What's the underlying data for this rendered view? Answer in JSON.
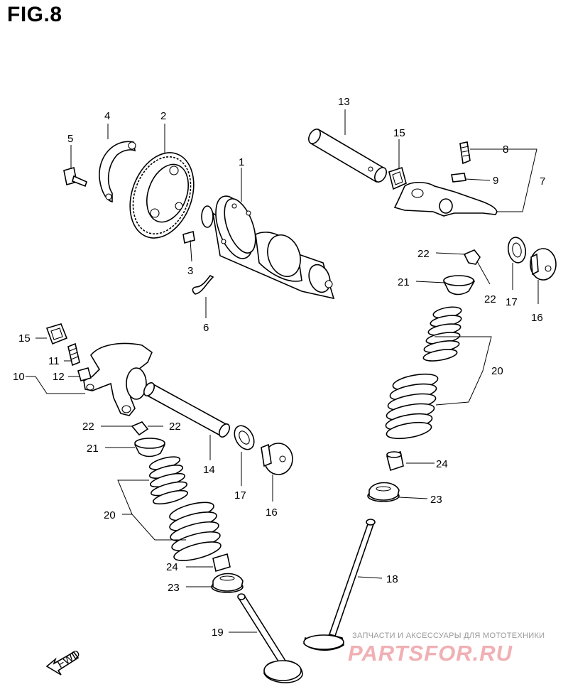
{
  "figure": {
    "title": "FIG.8"
  },
  "callouts": [
    "1",
    "2",
    "3",
    "4",
    "5",
    "6",
    "7",
    "8",
    "9",
    "10",
    "11",
    "12",
    "13",
    "14",
    "15",
    "15",
    "16",
    "16",
    "17",
    "17",
    "18",
    "19",
    "20",
    "20",
    "21",
    "21",
    "22",
    "22",
    "22",
    "22",
    "23",
    "23",
    "24",
    "24"
  ],
  "fwd_label": "FWD",
  "watermark": {
    "line1": "ЗАПЧАСТИ И АКСЕССУАРЫ ДЛЯ МОТОТЕХНИКИ",
    "brand": "PARTSFOR.RU"
  }
}
